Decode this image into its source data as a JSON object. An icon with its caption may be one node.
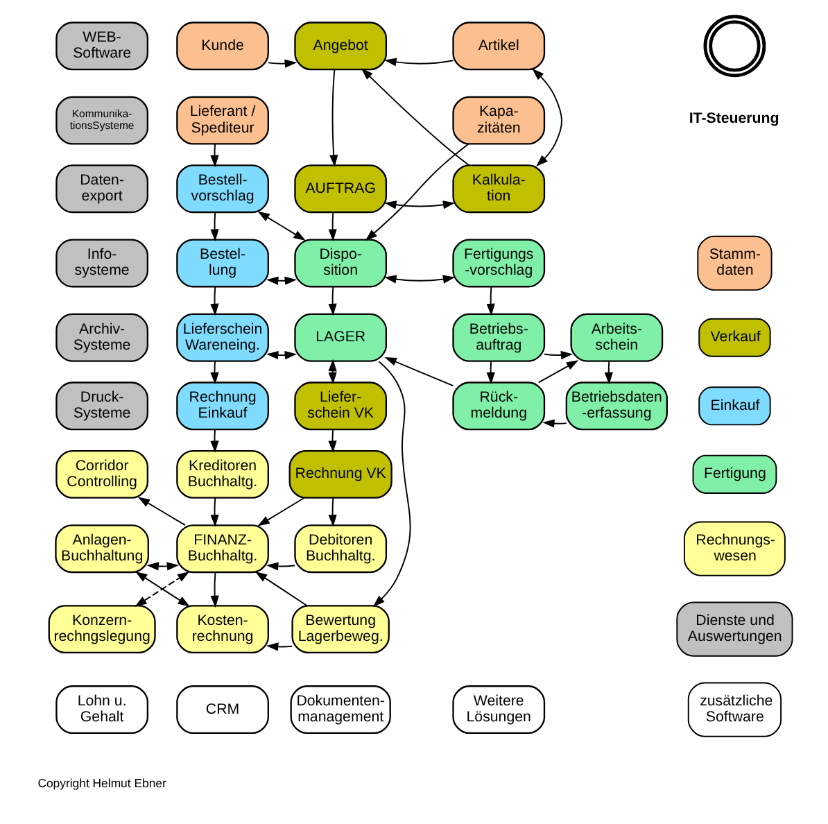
{
  "diagram": {
    "nodes": [
      {
        "text": [
          "WEB- Software"
        ]
      },
      {
        "text": [
          "Kunde"
        ]
      },
      {
        "text": [
          "Angebot"
        ]
      },
      {
        "text": [
          "Artikel"
        ]
      },
      {
        "text": [
          "Kommunika- tionsSysteme"
        ]
      },
      {
        "text": [
          "Lieferant / Spediteur"
        ]
      },
      {
        "text": [
          "Kapa- zitäten"
        ]
      },
      {
        "text": [
          "Daten- export"
        ]
      },
      {
        "text": [
          "Bestell- vorschlag"
        ]
      },
      {
        "text": [
          "AUFTRAG"
        ]
      },
      {
        "text": [
          "Kalkula- tion"
        ]
      },
      {
        "text": [
          "Info- systeme"
        ]
      },
      {
        "text": [
          "Bestel- lung"
        ]
      },
      {
        "text": [
          "Dispo- sition"
        ]
      },
      {
        "text": [
          "Fertigungs -vorschlag"
        ]
      },
      {
        "text": [
          "Archiv- Systeme"
        ]
      },
      {
        "text": [
          "Lieferschein Wareneing."
        ]
      },
      {
        "text": [
          "LAGER"
        ]
      },
      {
        "text": [
          "Betriebs- auftrag"
        ]
      },
      {
        "text": [
          "Arbeits- schein"
        ]
      },
      {
        "text": [
          "Druck- Systeme"
        ]
      },
      {
        "text": [
          "Rechnung Einkauf"
        ]
      },
      {
        "text": [
          "Liefer- schein VK"
        ]
      },
      {
        "text": [
          "Rück- meldung"
        ]
      },
      {
        "text": [
          "Betriebsdaten -erfassung"
        ]
      },
      {
        "text": [
          "Corridor Controlling"
        ]
      },
      {
        "text": [
          "Kreditoren Buchhaltg."
        ]
      },
      {
        "text": [
          "Rechnung VK"
        ]
      },
      {
        "text": [
          "Anlagen- Buchhaltung"
        ]
      },
      {
        "text": [
          "FINANZ- Buchhaltg."
        ]
      },
      {
        "text": [
          "Debitoren Buchhaltg."
        ]
      },
      {
        "text": [
          "Konzern- rechngslegung"
        ]
      },
      {
        "text": [
          "Kosten- rechnung"
        ]
      },
      {
        "text": [
          "Bewertung Lagerbeweg."
        ]
      },
      {
        "text": [
          "Lohn u. Gehalt"
        ]
      },
      {
        "text": [
          "CRM"
        ]
      },
      {
        "text": [
          "Dokumenten- management"
        ]
      },
      {
        "text": [
          "Weitere Lösungen"
        ]
      },
      {
        "text": [],
        "shape": "picture"
      }
    ],
    "edges": [
      {
        "from": 1,
        "to": 2,
        "arrow": "to"
      },
      {
        "from": 3,
        "to": 2,
        "arrow": "to"
      },
      {
        "from": 3,
        "to": 10,
        "arrow": "both"
      },
      {
        "from": 2,
        "to": 9,
        "arrow": "to"
      },
      {
        "from": 10,
        "to": 2,
        "arrow": "to"
      },
      {
        "from": 9,
        "to": 10,
        "arrow": "both"
      },
      {
        "from": 6,
        "to": 13,
        "arrow": "to"
      },
      {
        "from": 5,
        "to": 8,
        "arrow": "to"
      },
      {
        "from": 9,
        "to": 13,
        "arrow": "to"
      },
      {
        "from": 8,
        "to": 13,
        "arrow": "both"
      },
      {
        "from": 8,
        "to": 12,
        "arrow": "to"
      },
      {
        "from": 12,
        "to": 13,
        "arrow": "both"
      },
      {
        "from": 13,
        "to": 14,
        "arrow": "both"
      },
      {
        "from": 13,
        "to": 17,
        "arrow": "to"
      },
      {
        "from": 12,
        "to": 16,
        "arrow": "to"
      },
      {
        "from": 16,
        "to": 17,
        "arrow": "both"
      },
      {
        "from": 14,
        "to": 18,
        "arrow": "to"
      },
      {
        "from": 18,
        "to": 19,
        "arrow": "to"
      },
      {
        "from": 18,
        "to": 23,
        "arrow": "to"
      },
      {
        "from": 19,
        "to": 24,
        "arrow": "to"
      },
      {
        "from": 23,
        "to": 19,
        "arrow": "to"
      },
      {
        "from": 24,
        "to": 23,
        "arrow": "to"
      },
      {
        "from": 23,
        "to": 17,
        "arrow": "to"
      },
      {
        "from": 17,
        "to": 33,
        "arrow": "to"
      },
      {
        "from": 17,
        "to": 22,
        "arrow": "both"
      },
      {
        "from": 16,
        "to": 21,
        "arrow": "to"
      },
      {
        "from": 22,
        "to": 27,
        "arrow": "to"
      },
      {
        "from": 21,
        "to": 26,
        "arrow": "to"
      },
      {
        "from": 26,
        "to": 29,
        "arrow": "to"
      },
      {
        "from": 27,
        "to": 29,
        "arrow": "to"
      },
      {
        "from": 27,
        "to": 30,
        "arrow": "to"
      },
      {
        "from": 30,
        "to": 29,
        "arrow": "to"
      },
      {
        "from": 29,
        "to": 25,
        "arrow": "to"
      },
      {
        "from": 28,
        "to": 29,
        "arrow": "both"
      },
      {
        "from": 29,
        "to": 32,
        "arrow": "to"
      },
      {
        "from": 33,
        "to": 29,
        "arrow": "to"
      },
      {
        "from": 33,
        "to": 32,
        "arrow": "to"
      },
      {
        "from": 28,
        "to": 32,
        "arrow": "both"
      },
      {
        "from": 31,
        "to": 29,
        "arrow": "both",
        "style": "dashed"
      }
    ],
    "labels": [
      "IT-Steuerung",
      "Copyright Helmut Ebner"
    ],
    "legend": [
      {
        "text": "Stamm- daten",
        "color": "#fcc090"
      },
      {
        "text": "Verkauf",
        "color": "#c0c000"
      },
      {
        "text": "Einkauf",
        "color": "#80dcff"
      },
      {
        "text": "Fertigung",
        "color": "#80f0a8"
      },
      {
        "text": "Rechnungs- wesen",
        "color": "#ffff98"
      },
      {
        "text": "Dienste und Auswertungen",
        "color": "#c0c0c0"
      },
      {
        "text": "zusätzliche Software",
        "color": "#ffffff"
      }
    ]
  }
}
